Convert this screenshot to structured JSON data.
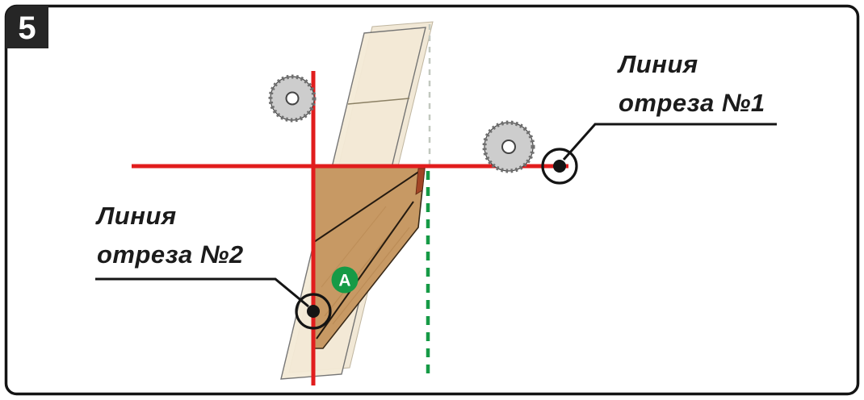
{
  "step": {
    "number": "5"
  },
  "callouts": {
    "cut1": {
      "line1": "Линия",
      "line2": "отреза №1"
    },
    "cut2": {
      "line1": "Линия",
      "line2": "отреза №2"
    }
  },
  "badge": {
    "letter": "A"
  },
  "colors": {
    "cut_line_red": "#e11d1d",
    "fold_line_green": "#169a46",
    "badge_green": "#169a46",
    "wood": "#c79964",
    "sheet_beige": "#f4ead6",
    "step_box": "#262626",
    "callout_black": "#141414"
  }
}
